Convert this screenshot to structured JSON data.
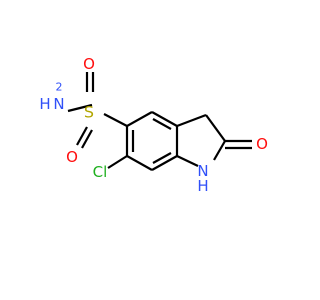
{
  "molecule": {
    "atoms": {
      "nh2_n": "N",
      "nh2_h": "H",
      "nh2_sub": "2",
      "s": "S",
      "o_top": "O",
      "o_bottom": "O",
      "cl": "Cl",
      "ring_n": "N",
      "ring_h": "H",
      "carbonyl_o": "O"
    },
    "colors": {
      "bond": "#000000",
      "nitrogen": "#3050F8",
      "oxygen": "#FF0D0D",
      "sulfur": "#B2A600",
      "chlorine": "#1FB01F"
    }
  }
}
